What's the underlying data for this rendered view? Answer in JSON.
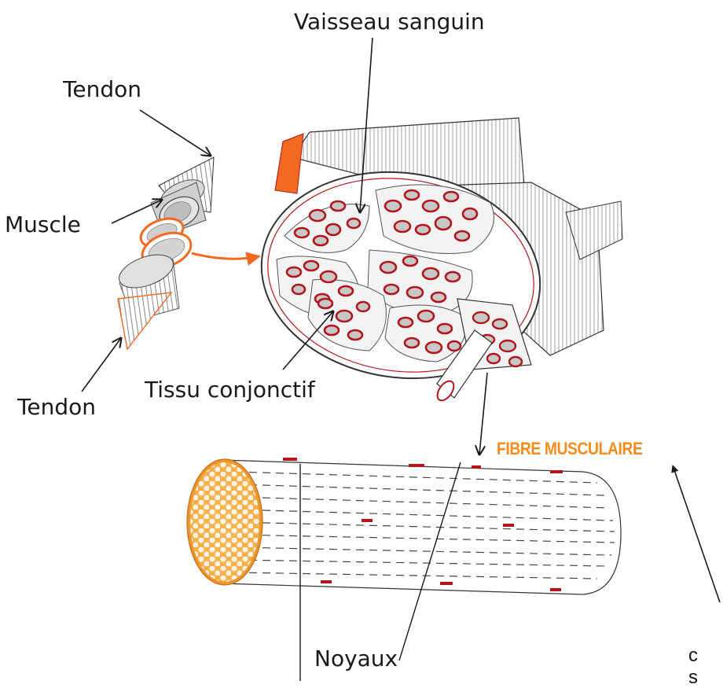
{
  "labels": {
    "vessel": "Vaisseau sanguin",
    "tendon_top": "Tendon",
    "muscle": "Muscle",
    "tendon_bottom": "Tendon",
    "connective": "Tissu conjonctif",
    "fibre": "FIBRE MUSCULAIRE",
    "nuclei": "Noyaux"
  },
  "cut_text": {
    "line1": "c",
    "line2": "s"
  },
  "colors": {
    "fibre_label": "#f28c1e",
    "flesh_red": "#b0161c",
    "accent_orange": "#f26a21",
    "bundle_fill": "#bfbfbf",
    "line": "#1a1a1a"
  }
}
